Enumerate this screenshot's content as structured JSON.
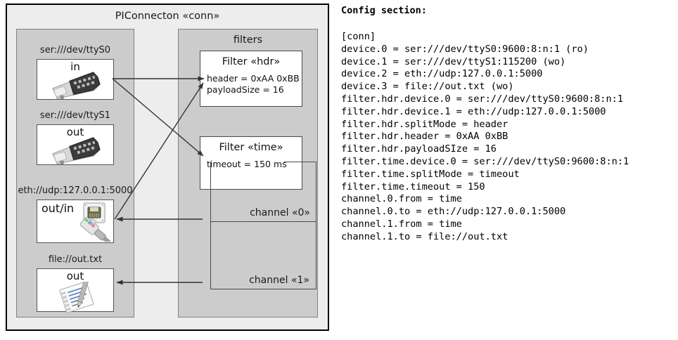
{
  "diagram": {
    "title": "PIConnecton «conn»",
    "devices_panel": {
      "name": "devices",
      "items": [
        {
          "label": "ser:///dev/ttyS0",
          "io": "in",
          "icon": "serial-db9-icon"
        },
        {
          "label": "ser:///dev/ttyS1",
          "io": "out",
          "icon": "serial-db9-icon"
        },
        {
          "label": "eth://udp:127.0.0.1:5000",
          "io": "out/in",
          "icon": "ethernet-rj45-icon"
        },
        {
          "label": "file://out.txt",
          "io": "out",
          "icon": "text-file-pencil-icon"
        }
      ]
    },
    "filters_panel": {
      "title": "filters",
      "filters": [
        {
          "title": "Filter «hdr»",
          "props": [
            "header = 0xAA 0xBB",
            "payloadSize = 16"
          ]
        },
        {
          "title": "Filter «time»",
          "props": [
            "timeout = 150 ms"
          ]
        }
      ],
      "channels": [
        {
          "label": "channel «0»"
        },
        {
          "label": "channel «1»"
        }
      ]
    }
  },
  "config": {
    "heading": "Config section:",
    "text": "[conn]\ndevice.0 = ser:///dev/ttyS0:9600:8:n:1 (ro)\ndevice.1 = ser:///dev/ttyS1:115200 (wo)\ndevice.2 = eth://udp:127.0.0.1:5000\ndevice.3 = file://out.txt (wo)\nfilter.hdr.device.0 = ser:///dev/ttyS0:9600:8:n:1\nfilter.hdr.device.1 = eth://udp:127.0.0.1:5000\nfilter.hdr.splitMode = header\nfilter.hdr.header = 0xAA 0xBB\nfilter.hdr.payloadSIze = 16\nfilter.time.device.0 = ser:///dev/ttyS0:9600:8:n:1\nfilter.time.splitMode = timeout\nfilter.time.timeout = 150\nchannel.0.from = time\nchannel.0.to = eth://udp:127.0.0.1:5000\nchannel.1.from = time\nchannel.1.to = file://out.txt"
  },
  "colors": {
    "canvas": "#ffffff",
    "frame_bg": "#ededed",
    "panel_bg": "#cccccc",
    "tile_bg": "#ffffff",
    "line": "#333333",
    "frame_border": "#000000"
  }
}
